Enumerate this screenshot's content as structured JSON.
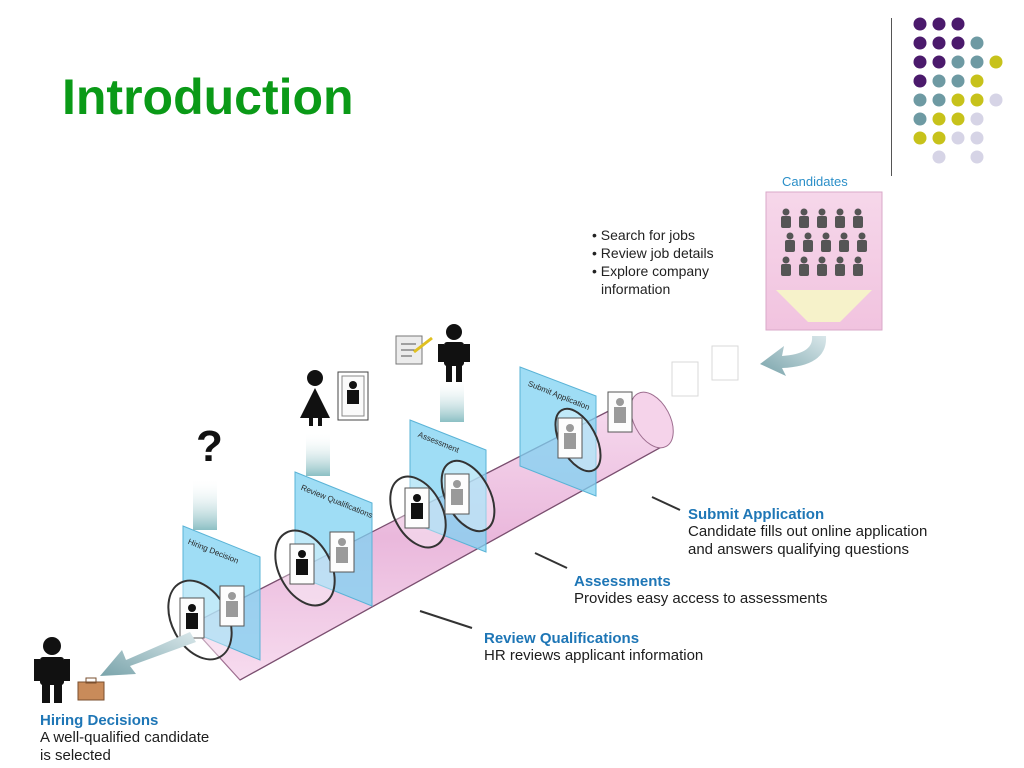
{
  "slide": {
    "title": "Introduction",
    "title_color": "#0a9a17"
  },
  "decor": {
    "dot_colors": [
      "#4b1a6c",
      "#6e9aa3",
      "#c7c21b",
      "#d6d4e6"
    ]
  },
  "candidates": {
    "label": "Candidates",
    "bullets": [
      "Search for jobs",
      "Review job details",
      "Explore company"
    ],
    "bullet_cont": "information"
  },
  "stage_labels": {
    "submit": "Submit Application",
    "assess": "Assessment",
    "review": "Review Qualifications",
    "hiring": "Hiring Decision"
  },
  "captions": {
    "submit": {
      "title": "Submit Application",
      "desc1": "Candidate fills out online application",
      "desc2": "and answers qualifying questions"
    },
    "assess": {
      "title": "Assessments",
      "desc1": "Provides easy access to assessments"
    },
    "review": {
      "title": "Review Qualifications",
      "desc1": "HR reviews applicant information"
    },
    "hiring": {
      "title": "Hiring Decisions",
      "desc1": "A well-qualified candidate",
      "desc2": "is selected"
    }
  },
  "icons": {
    "question_mark": "?",
    "person_icon": "person-icon",
    "woman_icon": "woman-icon",
    "briefcase_icon": "briefcase-icon",
    "clipboard_icon": "clipboard-icon"
  },
  "colors": {
    "pipe": "#f2c6e6",
    "panel": "#7fd2f2",
    "caption_title": "#1e76b6",
    "funnel": "#f3cfe6"
  }
}
